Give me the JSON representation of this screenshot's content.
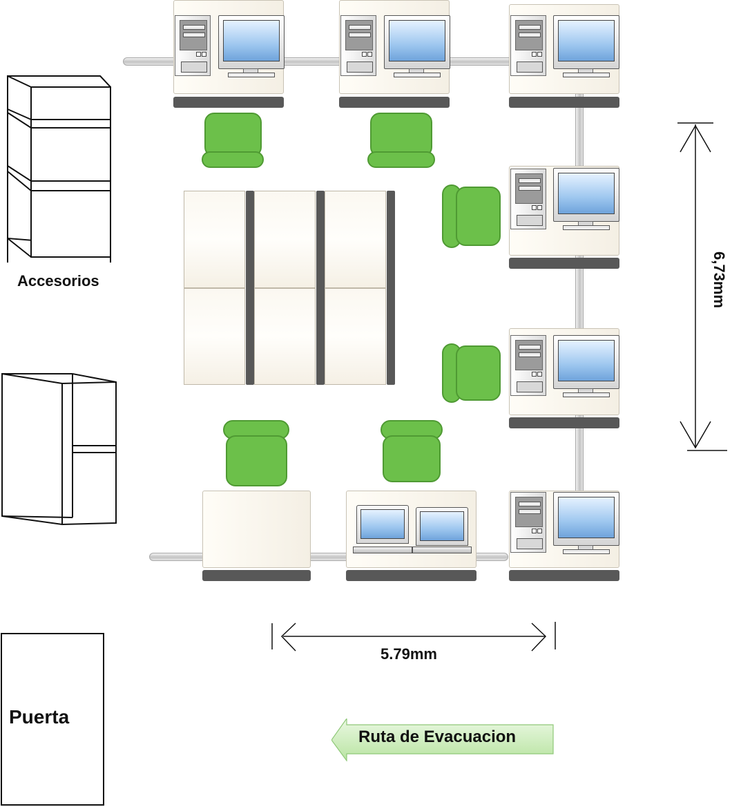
{
  "labels": {
    "accesorios": "Accesorios",
    "puerta": "Puerta",
    "width_dimension": "5.79mm",
    "height_dimension": "6,73mm",
    "evacuation_route": "Ruta de Evacuacion"
  },
  "colors": {
    "chair_fill": "#6cc04a",
    "chair_stroke": "#4f9a33",
    "desk_edge": "#585858",
    "screen_blue": "#9ec7ef",
    "arrow_green": "#c9ecb7"
  },
  "icons": [
    "desktop-computer-icon",
    "laptop-icon",
    "office-chair-icon",
    "cabinet-icon",
    "arrow-left-icon"
  ]
}
